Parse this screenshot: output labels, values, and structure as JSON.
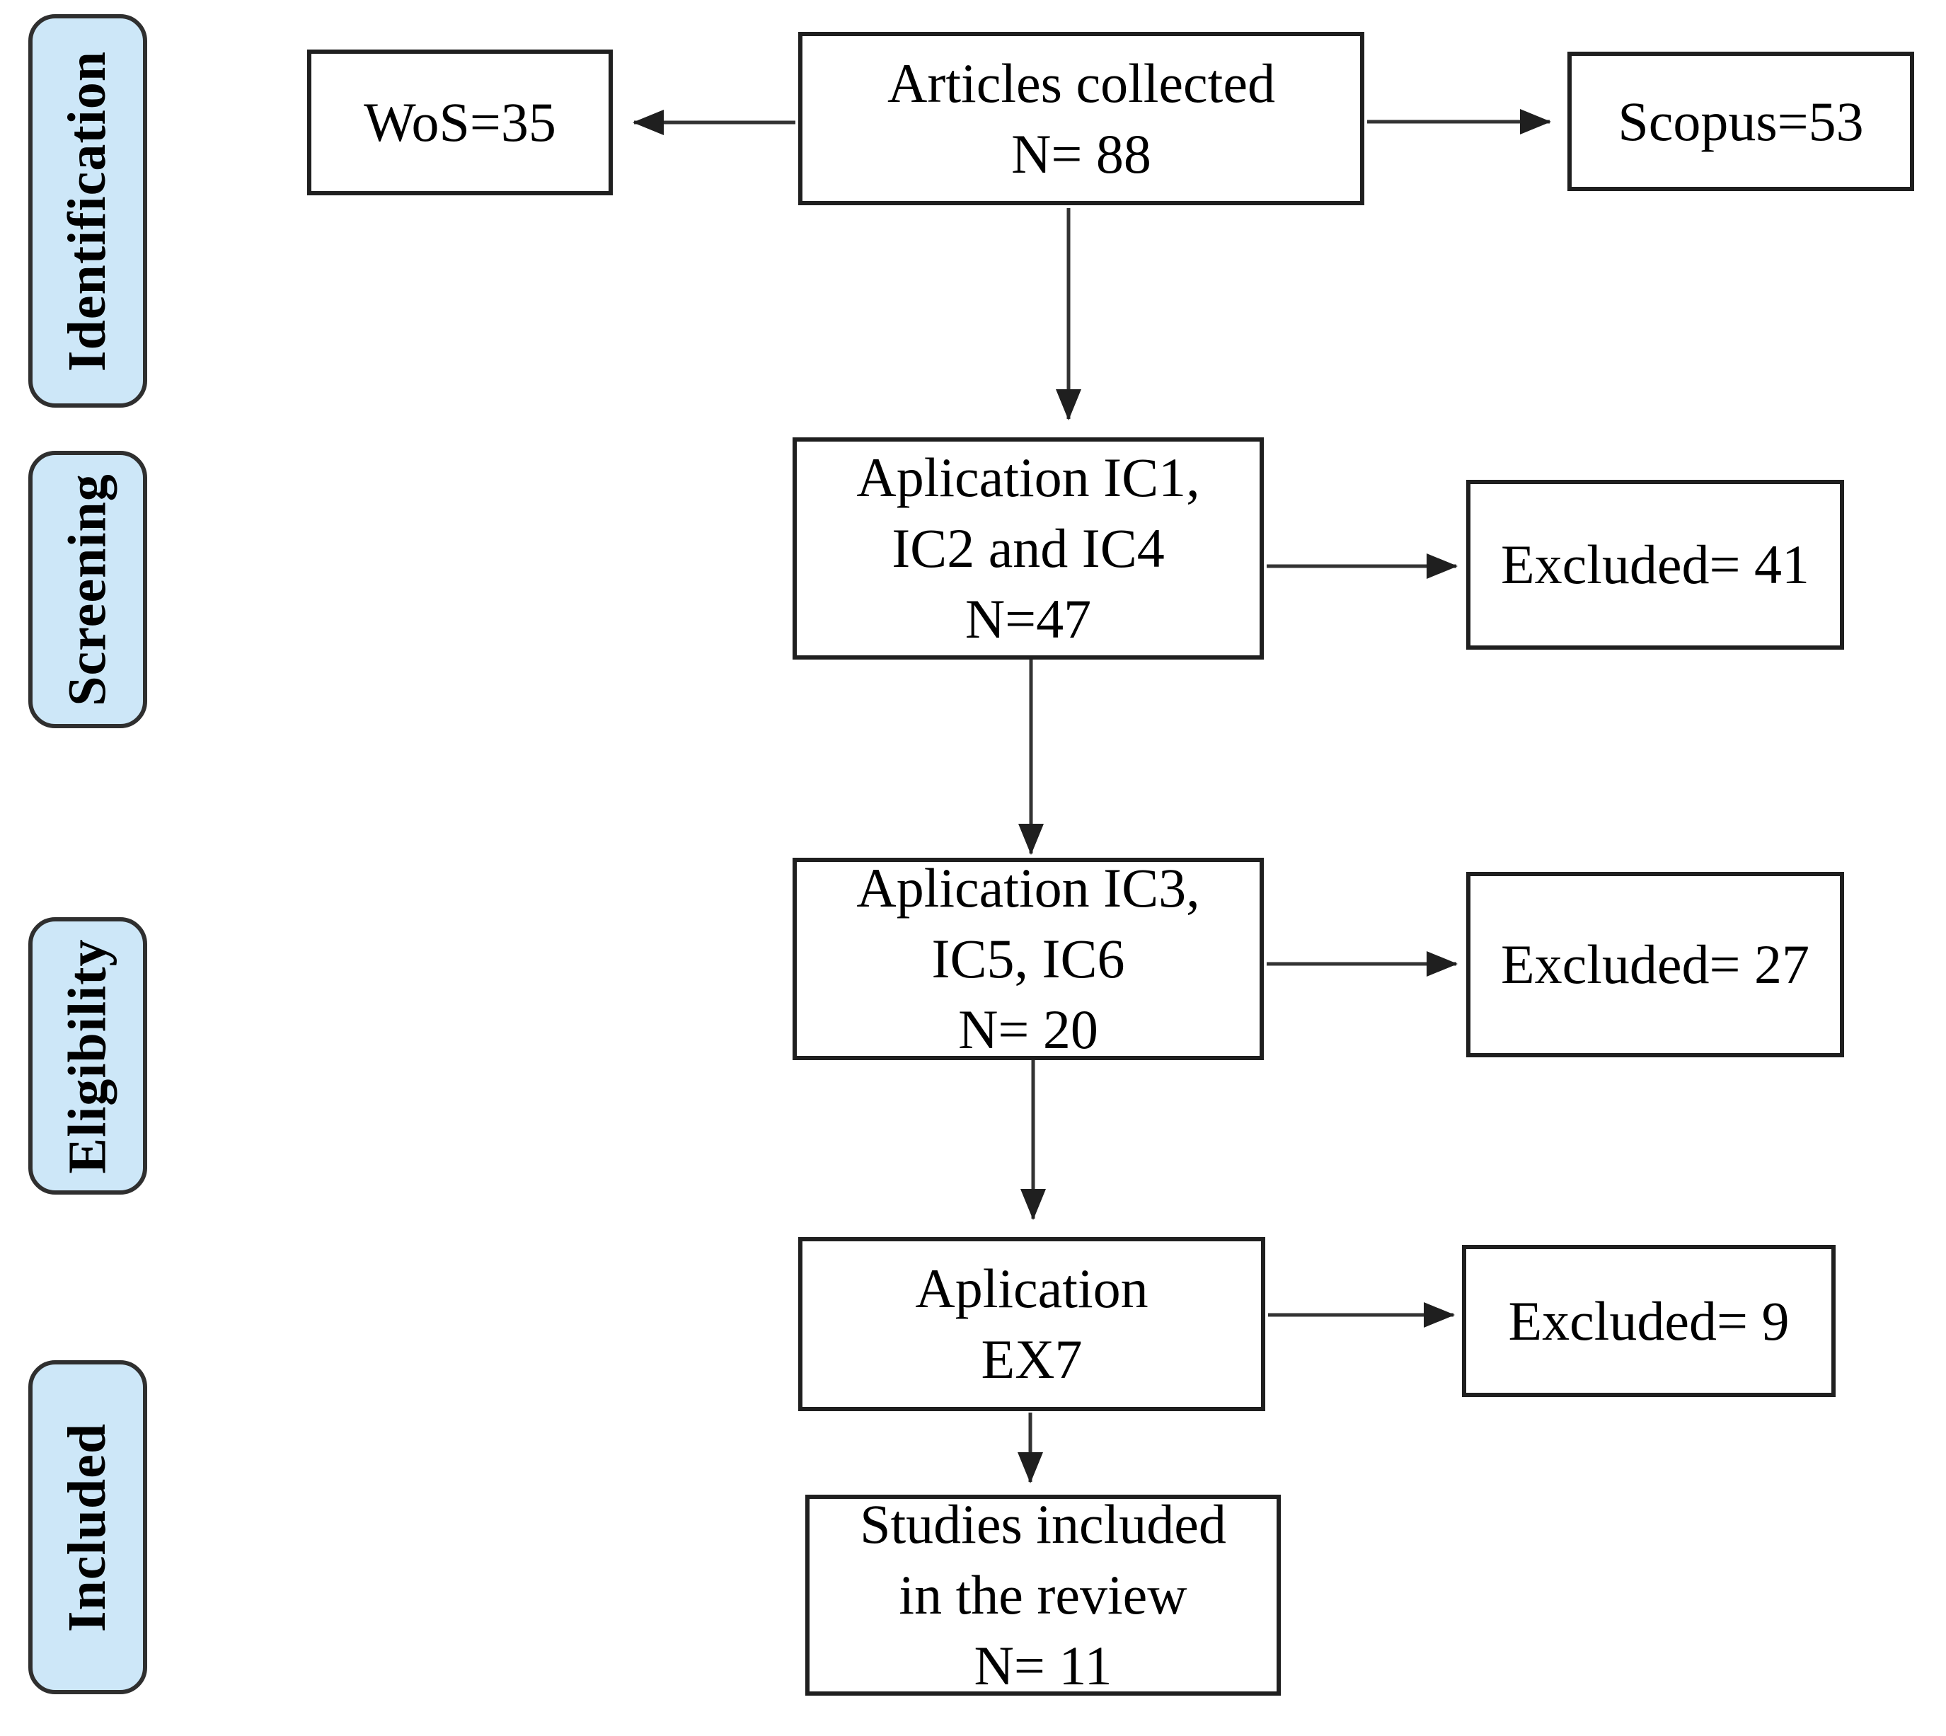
{
  "stages": [
    {
      "label": "Identification"
    },
    {
      "label": "Screening"
    },
    {
      "label": "Eligibility"
    },
    {
      "label": "Included"
    }
  ],
  "boxes": {
    "articles": {
      "lines": [
        "Articles collected",
        "N= 88"
      ]
    },
    "wos": {
      "label": "WoS=35"
    },
    "scopus": {
      "label": "Scopus=53"
    },
    "ic124": {
      "lines": [
        "Aplication IC1,",
        "IC2 and IC4",
        "N=47"
      ]
    },
    "excluded41": {
      "label": "Excluded= 41"
    },
    "ic356": {
      "lines": [
        "Aplication IC3,",
        "IC5, IC6",
        "N= 20"
      ]
    },
    "excluded27": {
      "label": "Excluded= 27"
    },
    "ex7": {
      "lines": [
        "Aplication",
        "EX7"
      ]
    },
    "excluded9": {
      "label": "Excluded= 9"
    },
    "included": {
      "lines": [
        "Studies included",
        "in the review",
        "N= 11"
      ]
    }
  },
  "colors": {
    "stage_fill": "#cde7f8",
    "stage_border": "#2f2f2f",
    "box_fill": "#ffffff",
    "box_border": "#1f1f1f",
    "arrow": "#333333",
    "text": "#000000"
  }
}
